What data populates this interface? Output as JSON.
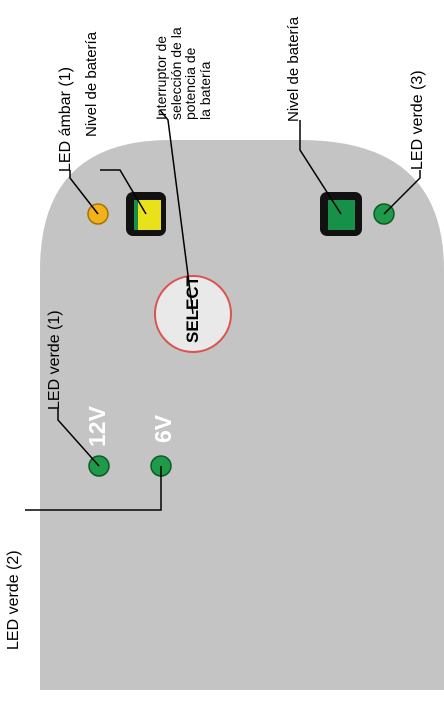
{
  "panel": {
    "color": "#c4c4c4",
    "volt_12": "12V",
    "volt_6": "6V",
    "select_button": "SELECT"
  },
  "labels": {
    "led_verde_2": "LED verde (2)",
    "led_verde_1": "LED verde (1)",
    "led_ambar_1": "LED ámbar (1)",
    "nivel_bateria_1": "Nivel de batería",
    "interruptor": "Interruptor de\nselección de la\npotencia de\nla batería",
    "nivel_bateria_2": "Nivel de batería",
    "led_verde_3": "LED verde (3)"
  },
  "colors": {
    "led_green": "#1f9a4a",
    "led_amber": "#f2b21c",
    "battery_yellow": "#e9e11a",
    "battery_green": "#17904a",
    "select_ring": "#d9534f"
  }
}
